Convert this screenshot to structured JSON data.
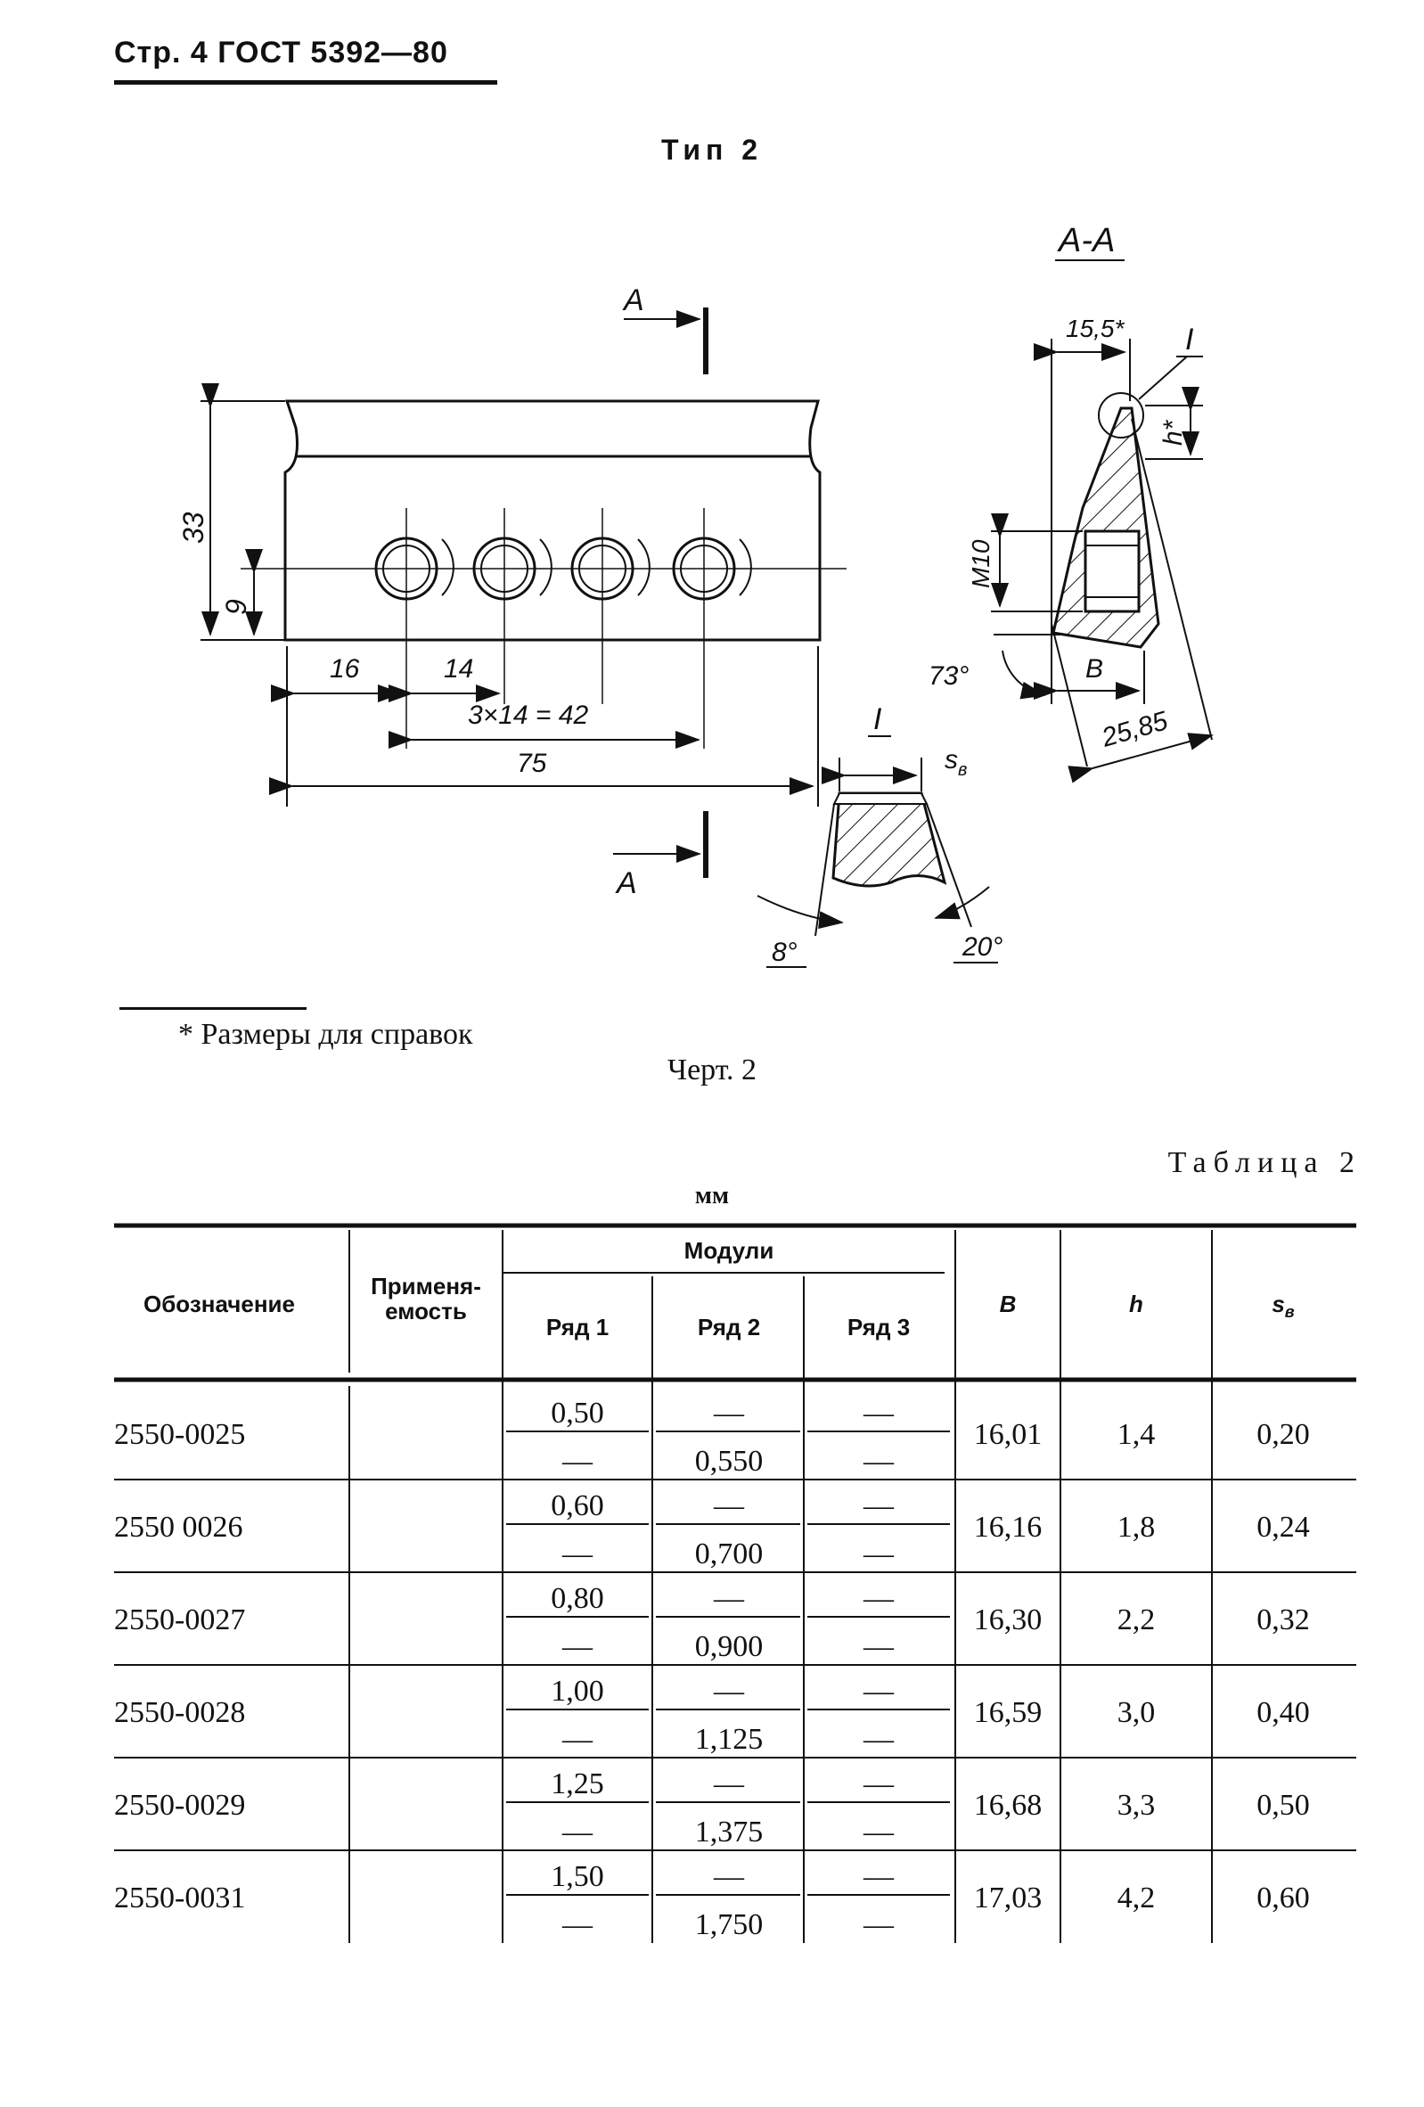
{
  "header": {
    "title": "Стр. 4 ГОСТ 5392—80"
  },
  "type_title": "Тип 2",
  "drawing": {
    "section_label": "А-А",
    "cut_label_top": "А",
    "cut_label_bottom": "А",
    "detail_label_1": "I",
    "detail_label_2": "I",
    "dim_33": "33",
    "dim_9": "9",
    "dim_16": "16",
    "dim_14": "14",
    "dim_3x14": "3×14 = 42",
    "dim_75": "75",
    "dim_15_5": "15,5*",
    "dim_h": "h*",
    "dim_m10": "M10",
    "dim_73": "73°",
    "dim_b": "B",
    "dim_25_85": "25,85",
    "dim_sb": "s",
    "dim_sb_sub": "в",
    "dim_8": "8°",
    "dim_20": "20°"
  },
  "footnote": "* Размеры для справок",
  "caption": "Черт. 2",
  "table": {
    "title": "Таблица 2",
    "units": "мм",
    "headers": {
      "designation": "Обозначение",
      "applicability_1": "Применя-",
      "applicability_2": "емость",
      "modules": "Модули",
      "row1": "Ряд 1",
      "row2": "Ряд 2",
      "row3": "Ряд 3",
      "b": "B",
      "h": "h",
      "sb": "s",
      "sb_sub": "в"
    },
    "rows": [
      {
        "designation": "2550-0025",
        "r1_top": "0,50",
        "r1_bot": "—",
        "r2_top": "—",
        "r2_bot": "0,550",
        "r3_top": "—",
        "r3_bot": "—",
        "b": "16,01",
        "h": "1,4",
        "sb": "0,20"
      },
      {
        "designation": "2550 0026",
        "r1_top": "0,60",
        "r1_bot": "—",
        "r2_top": "—",
        "r2_bot": "0,700",
        "r3_top": "—",
        "r3_bot": "—",
        "b": "16,16",
        "h": "1,8",
        "sb": "0,24"
      },
      {
        "designation": "2550-0027",
        "r1_top": "0,80",
        "r1_bot": "—",
        "r2_top": "—",
        "r2_bot": "0,900",
        "r3_top": "—",
        "r3_bot": "—",
        "b": "16,30",
        "h": "2,2",
        "sb": "0,32"
      },
      {
        "designation": "2550-0028",
        "r1_top": "1,00",
        "r1_bot": "—",
        "r2_top": "—",
        "r2_bot": "1,125",
        "r3_top": "—",
        "r3_bot": "—",
        "b": "16,59",
        "h": "3,0",
        "sb": "0,40"
      },
      {
        "designation": "2550-0029",
        "r1_top": "1,25",
        "r1_bot": "—",
        "r2_top": "—",
        "r2_bot": "1,375",
        "r3_top": "—",
        "r3_bot": "—",
        "b": "16,68",
        "h": "3,3",
        "sb": "0,50"
      },
      {
        "designation": "2550-0031",
        "r1_top": "1,50",
        "r1_bot": "—",
        "r2_top": "—",
        "r2_bot": "1,750",
        "r3_top": "—",
        "r3_bot": "—",
        "b": "17,03",
        "h": "4,2",
        "sb": "0,60"
      }
    ]
  }
}
